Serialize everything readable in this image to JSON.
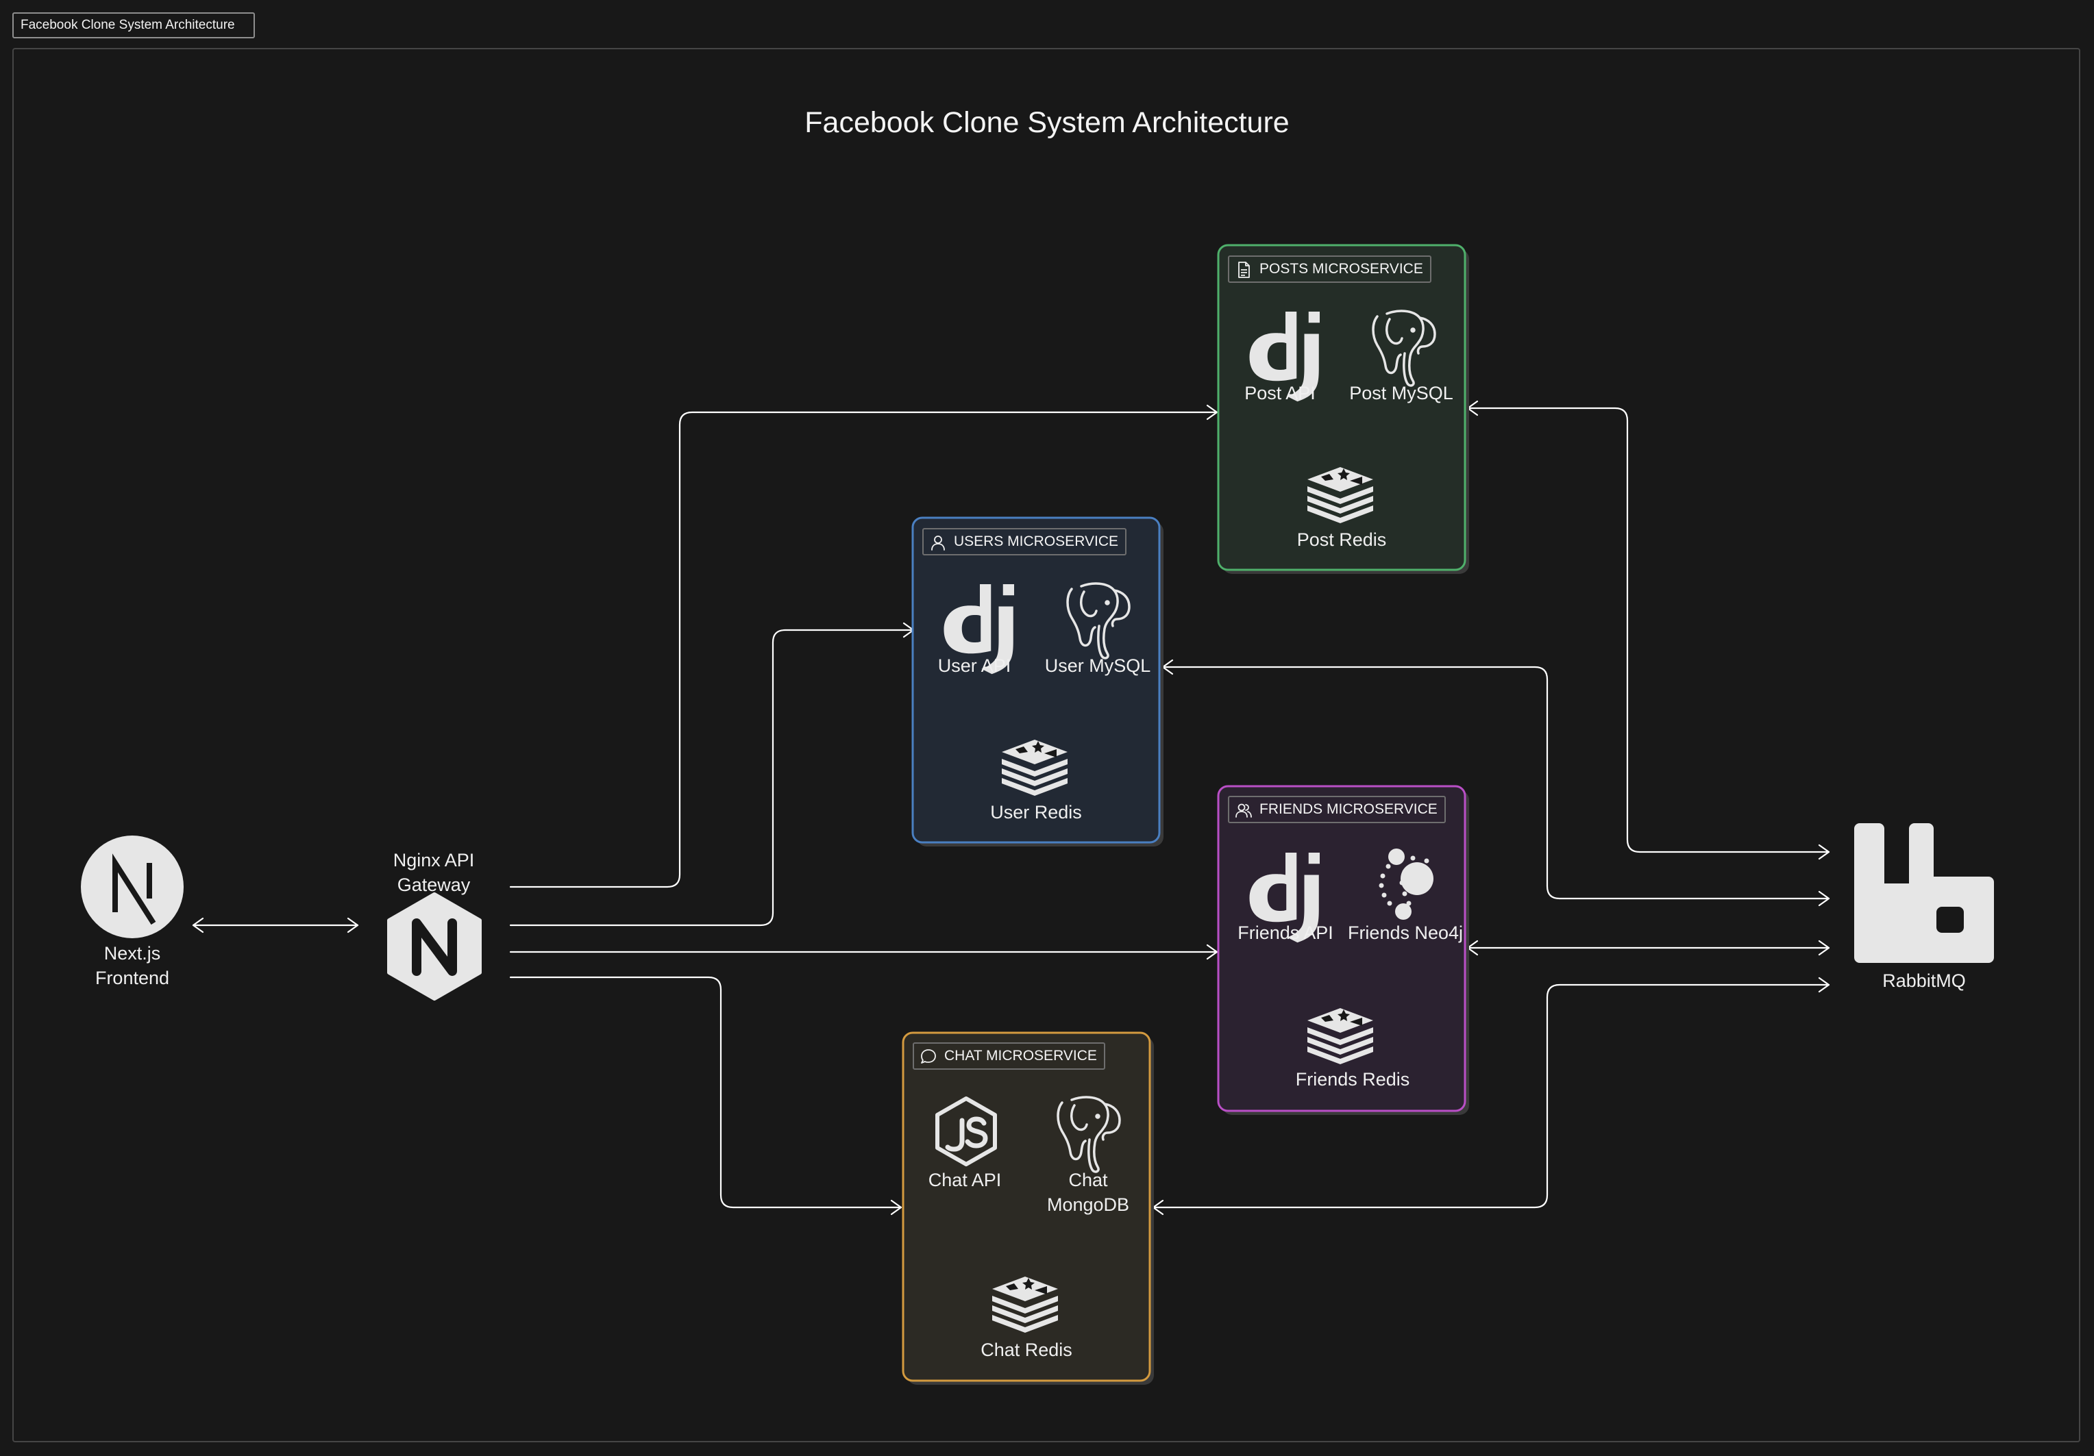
{
  "page": {
    "tab_label": "Facebook Clone System Architecture"
  },
  "diagram": {
    "title": "Facebook Clone System Architecture",
    "colors": {
      "background": "#181818",
      "posts": "#4fb06b",
      "users": "#4a7fc1",
      "friends": "#b94fc6",
      "chat": "#d39a3f",
      "connector": "#ffffff"
    },
    "nodes": {
      "frontend": {
        "label": "Next.js Frontend",
        "line1": "Next.js",
        "line2": "Frontend",
        "icon": "nextjs-icon"
      },
      "gateway": {
        "label": "Nginx API Gateway",
        "line1": "Nginx API",
        "line2": "Gateway",
        "icon": "nginx-icon"
      },
      "rabbitmq": {
        "label": "RabbitMQ",
        "icon": "rabbitmq-icon"
      }
    },
    "groups": {
      "posts": {
        "tag": "POSTS MICROSERVICE",
        "tag_icon": "document-icon",
        "api": "Post API",
        "db": "Post MySQL",
        "cache": "Post Redis",
        "api_icon": "django-icon",
        "db_icon": "postgresql-icon",
        "cache_icon": "redis-icon"
      },
      "users": {
        "tag": "USERS MICROSERVICE",
        "tag_icon": "user-icon",
        "api": "User API",
        "db": "User MySQL",
        "cache": "User Redis",
        "api_icon": "django-icon",
        "db_icon": "postgresql-icon",
        "cache_icon": "redis-icon"
      },
      "friends": {
        "tag": "FRIENDS MICROSERVICE",
        "tag_icon": "users-icon",
        "api": "Friends API",
        "db": "Friends Neo4j",
        "cache": "Friends Redis",
        "api_icon": "django-icon",
        "db_icon": "neo4j-icon",
        "cache_icon": "redis-icon"
      },
      "chat": {
        "tag": "CHAT MICROSERVICE",
        "tag_icon": "chat-bubble-icon",
        "api": "Chat API",
        "db": "Chat MongoDB",
        "db_line1": "Chat",
        "db_line2": "MongoDB",
        "cache": "Chat Redis",
        "api_icon": "nodejs-icon",
        "db_icon": "postgresql-icon",
        "cache_icon": "redis-icon"
      }
    },
    "edges": [
      {
        "from": "Next.js Frontend",
        "to": "Nginx API Gateway",
        "direction": "both"
      },
      {
        "from": "Nginx API Gateway",
        "to": "POSTS MICROSERVICE",
        "direction": "forward"
      },
      {
        "from": "Nginx API Gateway",
        "to": "USERS MICROSERVICE",
        "direction": "forward"
      },
      {
        "from": "Nginx API Gateway",
        "to": "FRIENDS MICROSERVICE",
        "direction": "forward"
      },
      {
        "from": "Nginx API Gateway",
        "to": "CHAT MICROSERVICE",
        "direction": "forward"
      },
      {
        "from": "POSTS MICROSERVICE",
        "to": "RabbitMQ",
        "direction": "both"
      },
      {
        "from": "USERS MICROSERVICE",
        "to": "RabbitMQ",
        "direction": "both"
      },
      {
        "from": "FRIENDS MICROSERVICE",
        "to": "RabbitMQ",
        "direction": "both"
      },
      {
        "from": "CHAT MICROSERVICE",
        "to": "RabbitMQ",
        "direction": "both"
      }
    ]
  }
}
